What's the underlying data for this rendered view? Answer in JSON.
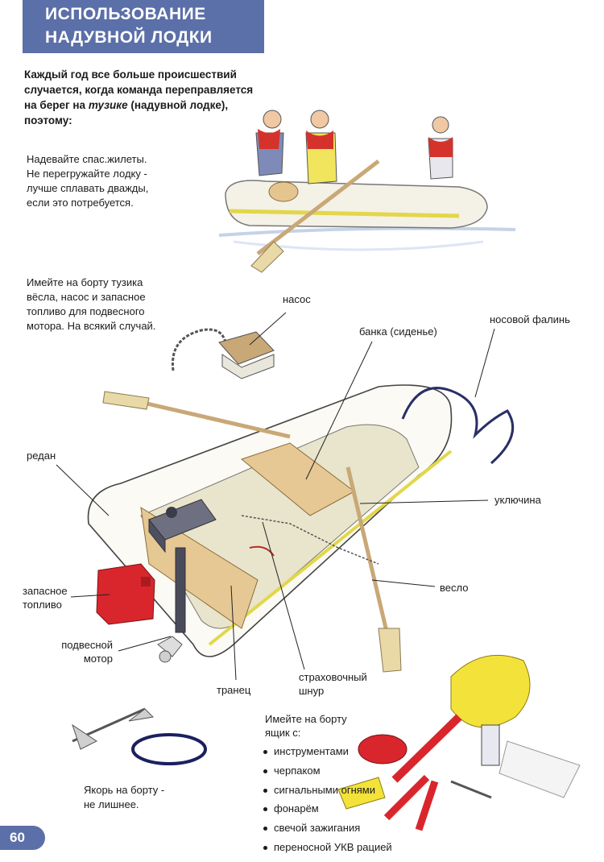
{
  "header": {
    "title_line1": "ИСПОЛЬЗОВАНИЕ",
    "title_line2": "НАДУВНОЙ ЛОДКИ"
  },
  "intro": {
    "line1": "Каждый год все больше происшествий",
    "line2": "случается, когда команда переправляется",
    "line3_before": "на берег на ",
    "line3_italic": "тузике",
    "line3_after": " (надувной лодке),",
    "line4": "поэтому:"
  },
  "notes": {
    "vests": [
      "Надевайте спас.жилеты.",
      "Не перегружайте лодку -",
      "лучше сплавать дважды,",
      "если это потребуется."
    ],
    "equipment": [
      "Имейте на борту тузика",
      "вёсла, насос и запасное",
      "топливо для подвесного",
      "мотора. На всякий случай."
    ],
    "anchor": [
      "Якорь на борту -",
      "не лишнее."
    ]
  },
  "labels": {
    "pump": "насос",
    "thwart": "банка (сиденье)",
    "bow_line": "носовой фалинь",
    "sponson": "редан",
    "oarlock": "уключина",
    "spare_fuel_1": "запасное",
    "spare_fuel_2": "топливо",
    "oar": "весло",
    "outboard_1": "подвесной",
    "outboard_2": "мотор",
    "transom": "транец",
    "safety_cord_1": "страховочный",
    "safety_cord_2": "шнур"
  },
  "toolbox": {
    "heading_1": "Имейте на борту",
    "heading_2": "ящик с:",
    "items": [
      "инструментами",
      "черпаком",
      "сигнальными огнями",
      "фонарём",
      "свечой зажигания",
      "переносной УКВ рацией"
    ]
  },
  "page_number": "60",
  "colors": {
    "header_band": "#5b6fa8",
    "boat_tube": "#f4f1e6",
    "wood": "#e6c895",
    "fuel_can": "#d9262c",
    "motor": "#6e6f80",
    "bucket": "#f3e23a"
  }
}
